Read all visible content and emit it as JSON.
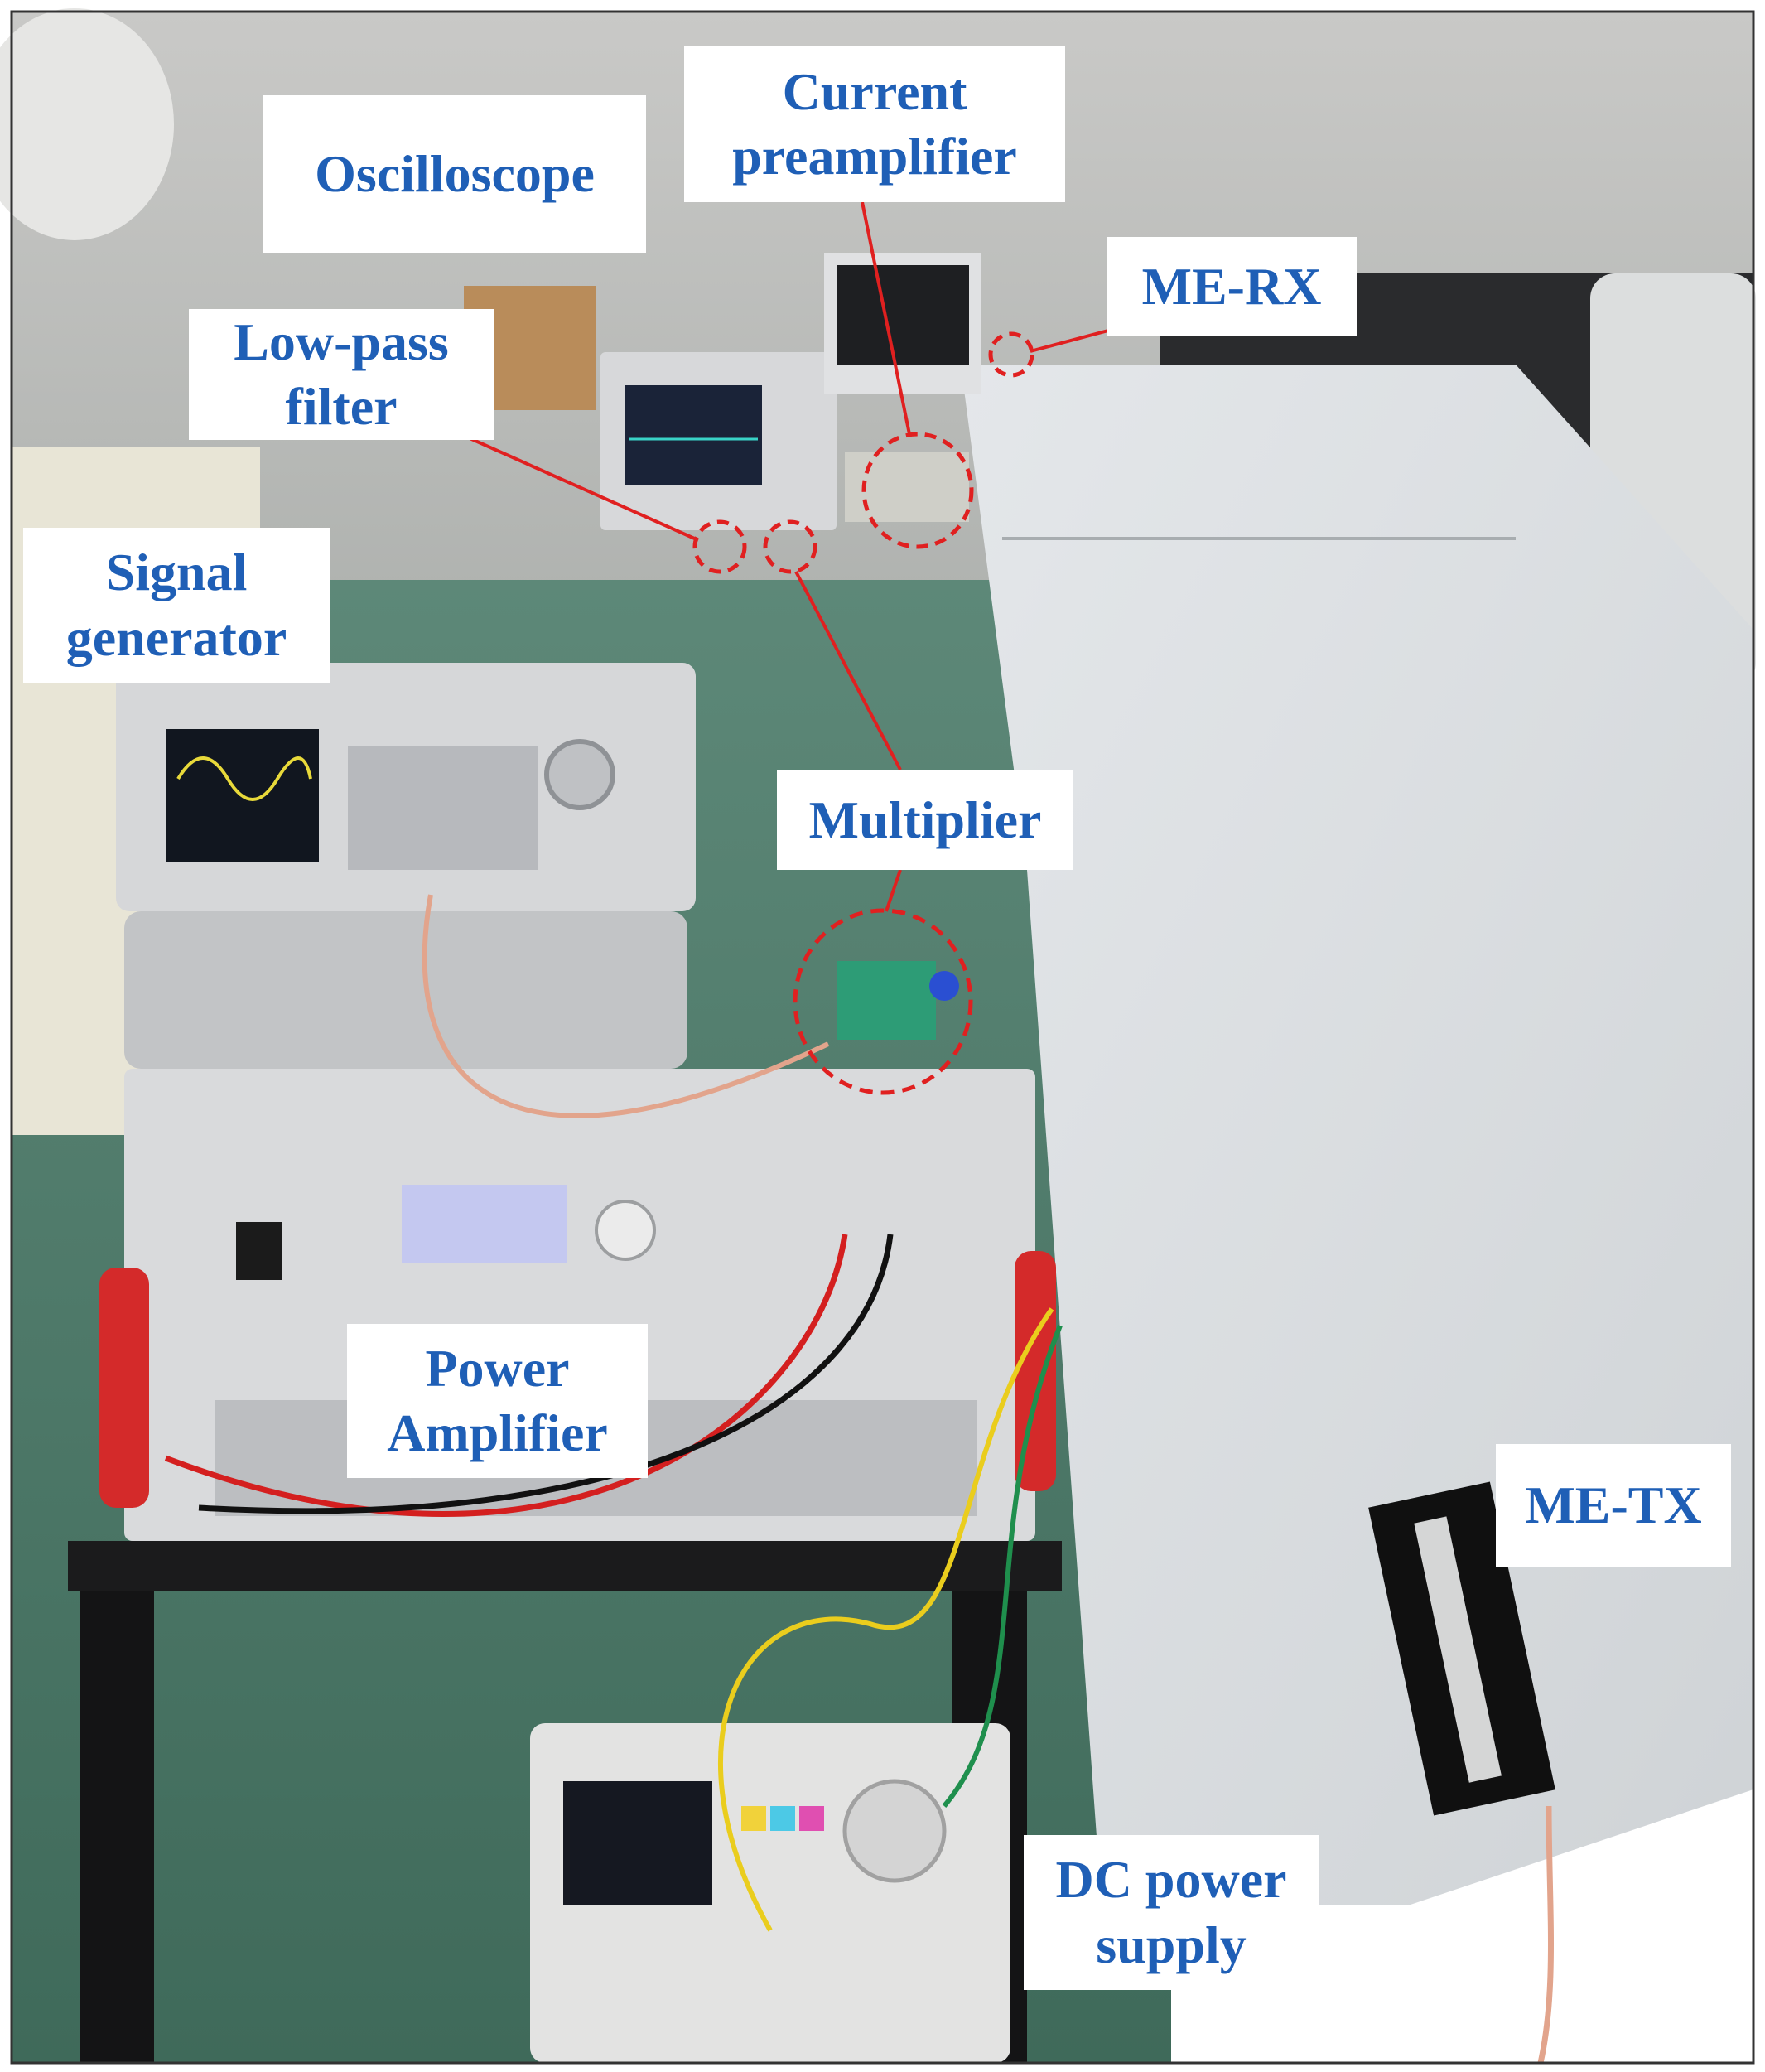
{
  "labels": {
    "oscilloscope": [
      "Oscilloscope"
    ],
    "current_preamplifier": [
      "Current",
      "preamplifier"
    ],
    "me_rx": [
      "ME-RX"
    ],
    "low_pass_filter": [
      "Low-pass",
      "filter"
    ],
    "signal_generator": [
      "Signal",
      "generator"
    ],
    "multiplier": [
      "Multiplier"
    ],
    "power_amplifier": [
      "Power",
      "Amplifier"
    ],
    "me_tx": [
      "ME-TX"
    ],
    "dc_power_supply": [
      "DC power",
      "supply"
    ]
  },
  "colors": {
    "label_text": "#1f5fb6",
    "annotation": "#e02020",
    "floor": "#4f7d6c",
    "table_top": "#dfe3e6",
    "instrument_body": "#d9dadc",
    "wall": "#cfd0cf"
  }
}
